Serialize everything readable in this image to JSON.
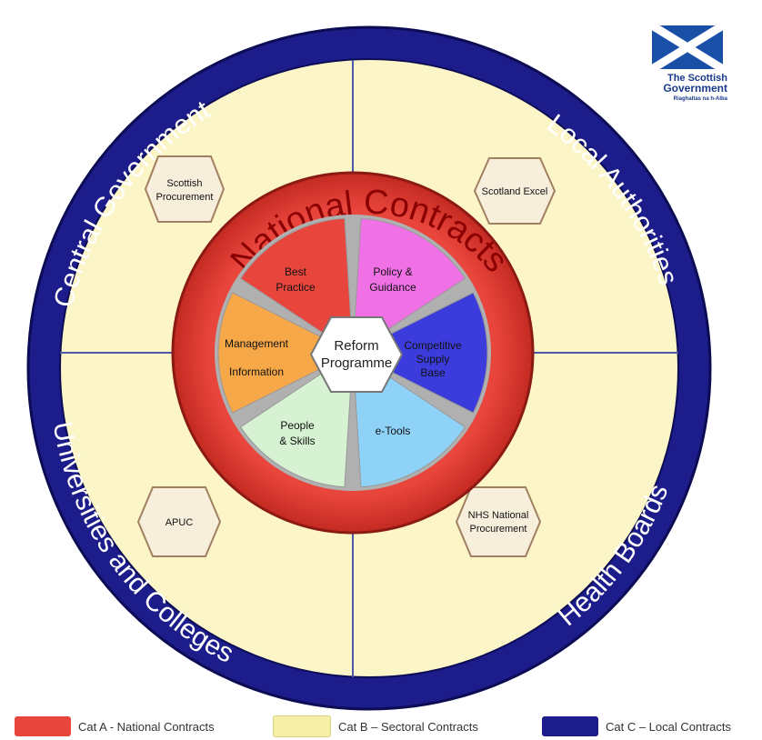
{
  "logo": {
    "line1": "The Scottish",
    "line2": "Government",
    "line3": "Riaghaltas na h-Alba"
  },
  "outer_ring": {
    "top_left": "Central Government",
    "top_right": "Local Authorities",
    "bottom_left": "Universities and Colleges",
    "bottom_right": "Health Boards"
  },
  "hexagons": {
    "top_left": [
      "Scottish",
      "Procurement"
    ],
    "top_right": [
      "Scotland Excel"
    ],
    "bottom_left": [
      "APUC"
    ],
    "bottom_right": [
      "NHS National",
      "Procurement"
    ]
  },
  "inner_ring": {
    "title": "National Contracts"
  },
  "segments": {
    "best_practice": [
      "Best",
      "Practice"
    ],
    "policy": [
      "Policy &",
      "Guidance"
    ],
    "competitive": [
      "Competitive",
      "Supply",
      "Base"
    ],
    "etools": [
      "e-Tools"
    ],
    "people": [
      "People",
      "& Skills"
    ],
    "management": [
      "Management",
      "Information"
    ]
  },
  "center": [
    "Reform",
    "Programme"
  ],
  "legend": [
    {
      "label": "Cat A - National Contracts",
      "color": "#e8453c"
    },
    {
      "label": "Cat B – Sectoral Contracts",
      "color": "#f6efa6"
    },
    {
      "label": "Cat C – Local Contracts",
      "color": "#1c1c8a"
    }
  ],
  "colors": {
    "outer_ring": "#1c1c8a",
    "sector_fill": "#fbf5c8",
    "national_ring": "#e8453c",
    "best_practice": "#e8453c",
    "policy": "#f070e6",
    "competitive": "#3c3cdc",
    "etools": "#8ed2f8",
    "people": "#d6f2d2",
    "management": "#f6a848"
  }
}
